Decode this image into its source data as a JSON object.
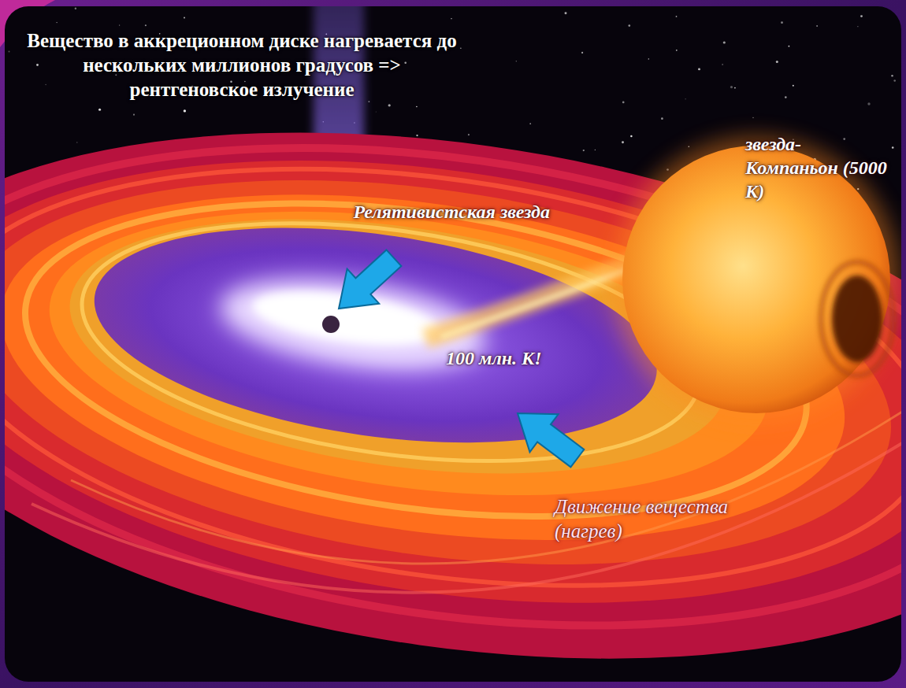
{
  "diagram": {
    "title": "Вещество в аккреционном диске нагревается до нескольких миллионов градусов => рентгеновское излучение",
    "labels": [
      "Релятивистская звезда",
      "звезда- Компаньон (5000 К)",
      "100 млн. К!",
      "Движение вещества (нагрев)"
    ]
  }
}
